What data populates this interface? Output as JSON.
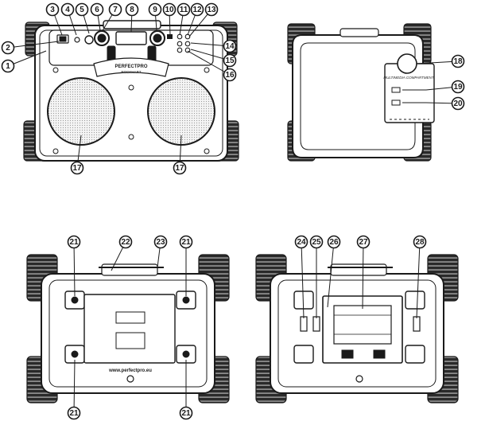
{
  "front_view": {
    "brand": "PERFECTPRO",
    "model": "ROCKHART"
  },
  "back_view": {
    "compartment_label": "MULTIMEDIA COMPARTMENT"
  },
  "bottom_view": {
    "website": "www.perfectpro.eu"
  },
  "callouts": [
    {
      "number": "1"
    },
    {
      "number": "2"
    },
    {
      "number": "3"
    },
    {
      "number": "4"
    },
    {
      "number": "5"
    },
    {
      "number": "6"
    },
    {
      "number": "7"
    },
    {
      "number": "8"
    },
    {
      "number": "9"
    },
    {
      "number": "10"
    },
    {
      "number": "11"
    },
    {
      "number": "12"
    },
    {
      "number": "13"
    },
    {
      "number": "14"
    },
    {
      "number": "15"
    },
    {
      "number": "16"
    },
    {
      "number": "17"
    },
    {
      "number": "17"
    },
    {
      "number": "18"
    },
    {
      "number": "19"
    },
    {
      "number": "20"
    },
    {
      "number": "21"
    },
    {
      "number": "22"
    },
    {
      "number": "23"
    },
    {
      "number": "21"
    },
    {
      "number": "21"
    },
    {
      "number": "21"
    },
    {
      "number": "24"
    },
    {
      "number": "25"
    },
    {
      "number": "26"
    },
    {
      "number": "27"
    },
    {
      "number": "28"
    }
  ],
  "colors": {
    "line": "#1a1a1a",
    "grille": "#e6e6e6",
    "background": "#ffffff"
  }
}
